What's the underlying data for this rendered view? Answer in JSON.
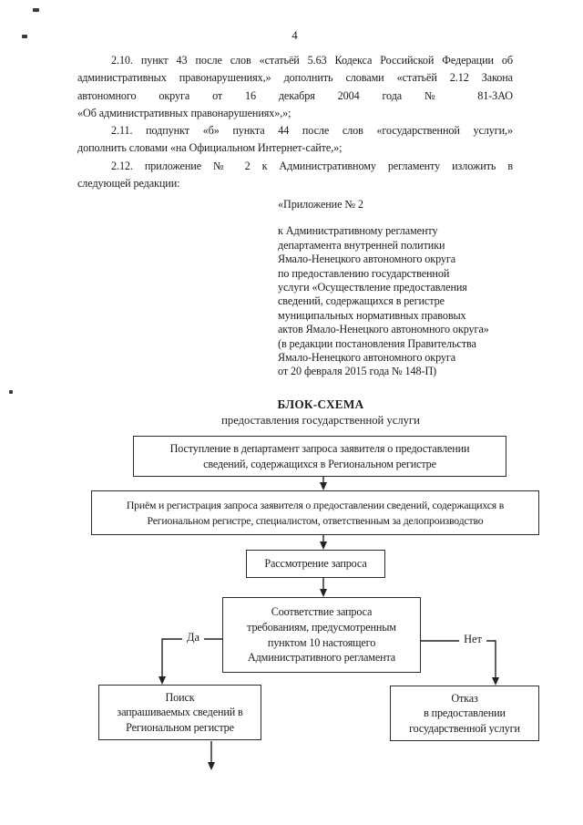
{
  "page": {
    "number": "4"
  },
  "colors": {
    "ink": "#1c1c1c",
    "paper": "#ffffff",
    "box_border": "#2c2c2c"
  },
  "body": {
    "paragraphs": [
      {
        "lines": [
          "2.10. пункт 43 после слов «статьёй 5.63 Кодекса Российской Федерации об",
          "административных правонарушениях,» дополнить словами «статьёй 2.12 Закона",
          "автономного округа от 16 декабря 2004 года № 81-ЗАО",
          "«Об административных правонарушениях»,»;"
        ]
      },
      {
        "lines": [
          "2.11. подпункт «б» пункта 44 после слов «государственной услуги,»",
          "дополнить словами «на Официальном Интернет-сайте,»;"
        ]
      },
      {
        "lines": [
          "2.12. приложение № 2 к Административному регламенту изложить в",
          "следующей редакции:"
        ]
      }
    ]
  },
  "appendix": {
    "header": "«Приложение № 2",
    "lines": [
      "к Административному регламенту",
      "департамента внутренней политики",
      "Ямало-Ненецкого автономного округа",
      "по предоставлению государственной",
      "услуги «Осуществление предоставления",
      "сведений, содержащихся в регистре",
      "муниципальных нормативных правовых",
      "актов Ямало-Ненецкого автономного округа»",
      "(в редакции постановления Правительства",
      "Ямало-Ненецкого автономного округа",
      "от 20 февраля 2015 года № 148-П)"
    ]
  },
  "flowchart": {
    "title": "БЛОК-СХЕМА",
    "subtitle": "предоставления государственной услуги",
    "nodes": {
      "receive": {
        "lines": [
          "Поступление в департамент запроса заявителя о предоставлении",
          "сведений, содержащихся в Региональном регистре"
        ]
      },
      "register": {
        "lines": [
          "Приём и регистрация запроса заявителя о предоставлении сведений, содержащихся в",
          "Региональном регистре, специалистом, ответственным за делопроизводство"
        ]
      },
      "review": {
        "lines": [
          "Рассмотрение запроса"
        ]
      },
      "decision": {
        "lines": [
          "Соответствие запроса",
          "требованиям, предусмотренным",
          "пунктом 10 настоящего",
          "Административного регламента"
        ]
      },
      "search": {
        "lines": [
          "Поиск",
          "запрашиваемых сведений в",
          "Региональном регистре"
        ]
      },
      "refusal": {
        "lines": [
          "Отказ",
          "в предоставлении",
          "государственной услуги"
        ]
      }
    },
    "labels": {
      "yes": "Да",
      "no": "Нет"
    }
  }
}
